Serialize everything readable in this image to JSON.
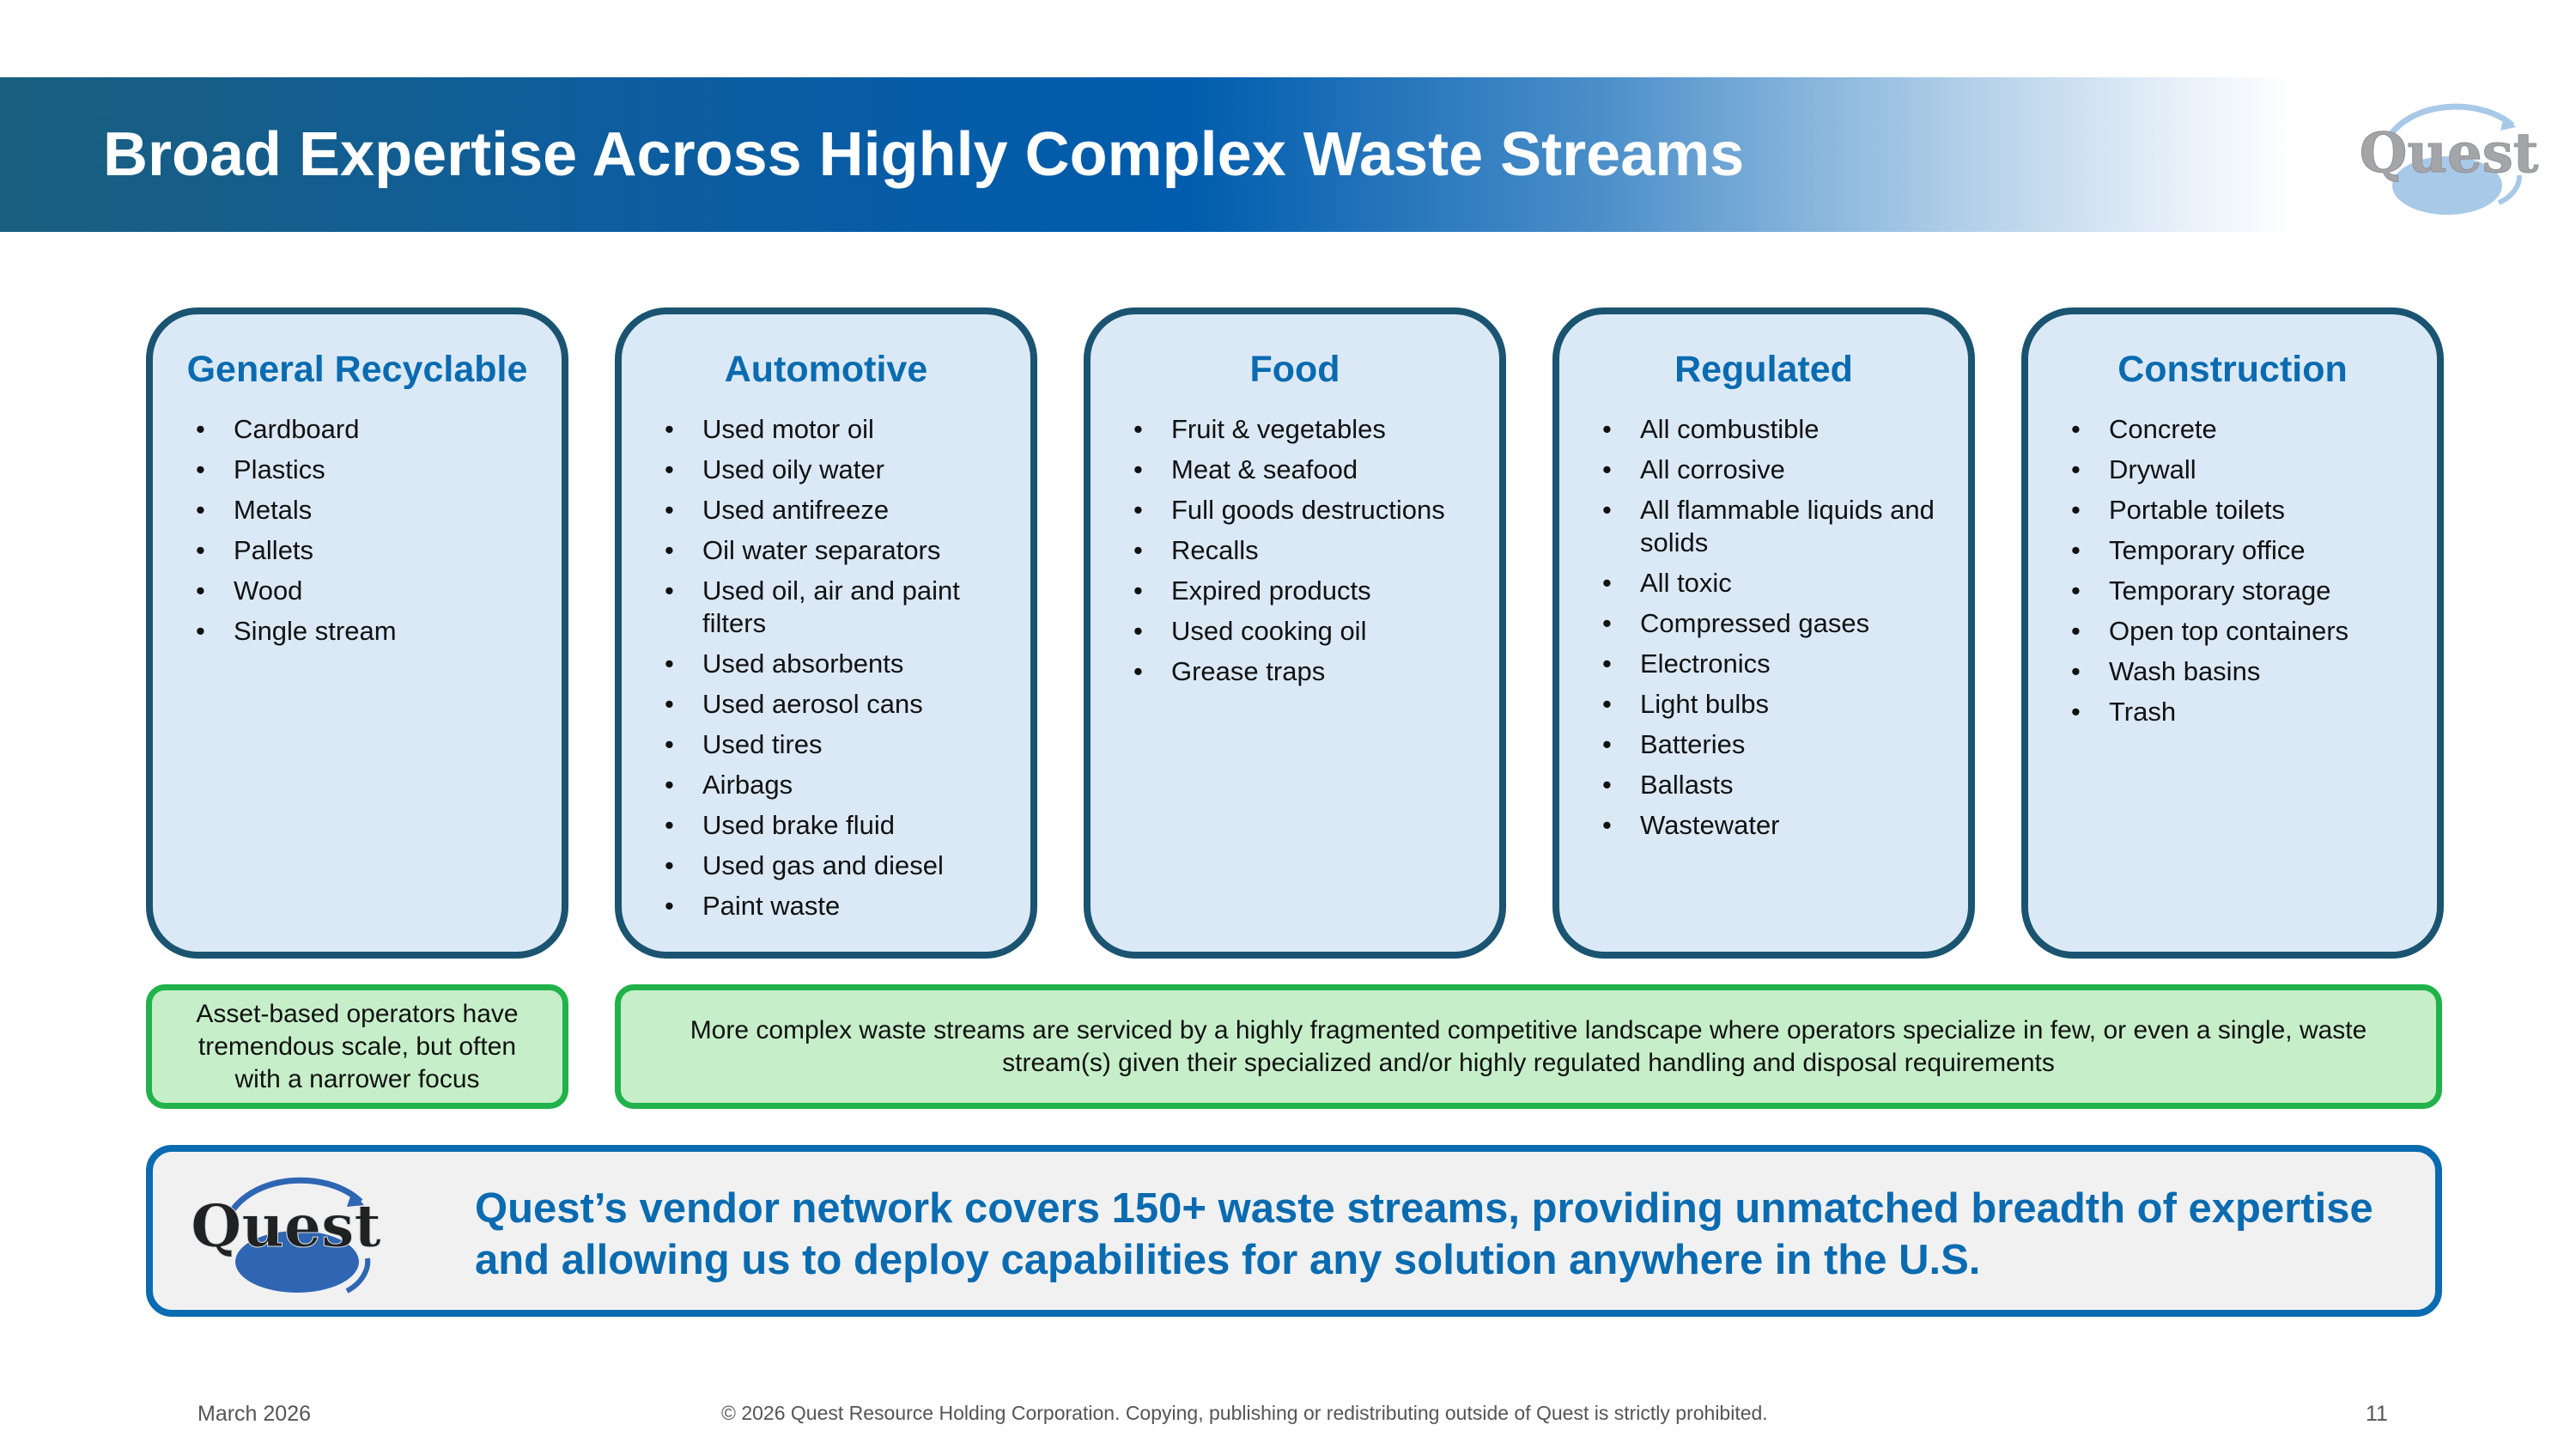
{
  "header": {
    "title": "Broad Expertise Across Highly Complex Waste Streams"
  },
  "brand": {
    "logo_text": "Quest",
    "primary_color": "#0a6bb0",
    "border_color": "#1a5470",
    "green_border": "#21b24a",
    "green_fill": "#c6efc9",
    "card_fill": "#dbe9f7"
  },
  "categories": [
    {
      "title": "General Recyclable",
      "items": [
        "Cardboard",
        "Plastics",
        "Metals",
        "Pallets",
        "Wood",
        "Single stream"
      ]
    },
    {
      "title": "Automotive",
      "items": [
        "Used motor oil",
        "Used oily water",
        "Used antifreeze",
        "Oil water separators",
        "Used oil, air and paint filters",
        "Used absorbents",
        "Used aerosol cans",
        "Used tires",
        "Airbags",
        "Used brake fluid",
        "Used gas and diesel",
        "Paint waste"
      ]
    },
    {
      "title": "Food",
      "items": [
        "Fruit & vegetables",
        "Meat & seafood",
        "Full goods destructions",
        "Recalls",
        "Expired products",
        "Used cooking oil",
        "Grease traps"
      ]
    },
    {
      "title": "Regulated",
      "items": [
        "All combustible",
        "All corrosive",
        "All flammable liquids and solids",
        "All toxic",
        "Compressed gases",
        "Electronics",
        "Light bulbs",
        "Batteries",
        "Ballasts",
        "Wastewater"
      ]
    },
    {
      "title": "Construction",
      "items": [
        "Concrete",
        "Drywall",
        "Portable toilets",
        "Temporary office",
        "Temporary storage",
        "Open top containers",
        "Wash basins",
        "Trash"
      ]
    }
  ],
  "notes": {
    "left": "Asset-based operators have tremendous scale, but often with a narrower focus",
    "right": "More complex waste streams are serviced by a highly fragmented competitive landscape where operators specialize in few, or even a single, waste stream(s) given their specialized and/or highly regulated handling and disposal requirements"
  },
  "callout": {
    "text": "Quest’s vendor network covers 150+ waste streams, providing unmatched breadth of expertise and allowing us to deploy capabilities for any solution anywhere in the U.S."
  },
  "footer": {
    "date": "March 2026",
    "copyright": "© 2026 Quest Resource Holding Corporation.  Copying, publishing or redistributing outside of Quest is strictly prohibited.",
    "page_number": "11"
  }
}
